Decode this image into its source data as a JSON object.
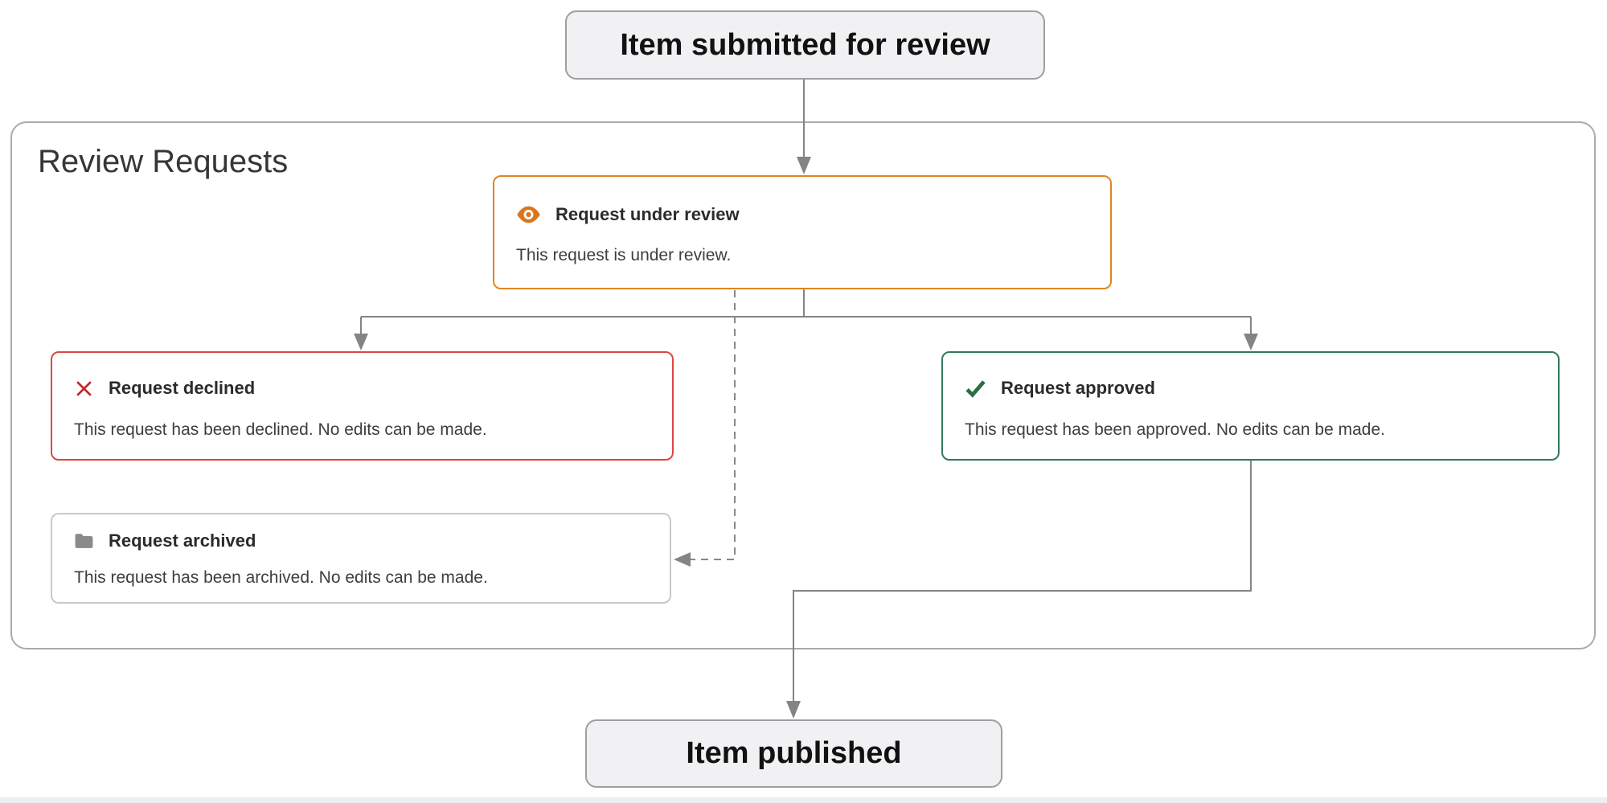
{
  "start": {
    "label": "Item submitted for review"
  },
  "container": {
    "label": "Review Requests"
  },
  "cards": {
    "under_review": {
      "icon": "eye-icon",
      "title": "Request under review",
      "body": "This request is under review."
    },
    "declined": {
      "icon": "x-icon",
      "title": "Request declined",
      "body": "This request has been declined. No edits can be made."
    },
    "approved": {
      "icon": "check-icon",
      "title": "Request approved",
      "body": "This request has been approved. No edits can be made."
    },
    "archived": {
      "icon": "folder-icon",
      "title": "Request archived",
      "body": "This request has been archived. No edits can be made."
    }
  },
  "end": {
    "label": "Item published"
  },
  "colors": {
    "under_review_accent": "#e2841f",
    "declined_accent": "#dc4840",
    "declined_icon": "#c62427",
    "approved_accent": "#337a58",
    "approved_icon": "#2c6e41",
    "archived_accent": "#c9c9c9",
    "archived_icon": "#8a8a8a",
    "terminal_fill": "#f1f1f3",
    "connector": "#848484"
  }
}
